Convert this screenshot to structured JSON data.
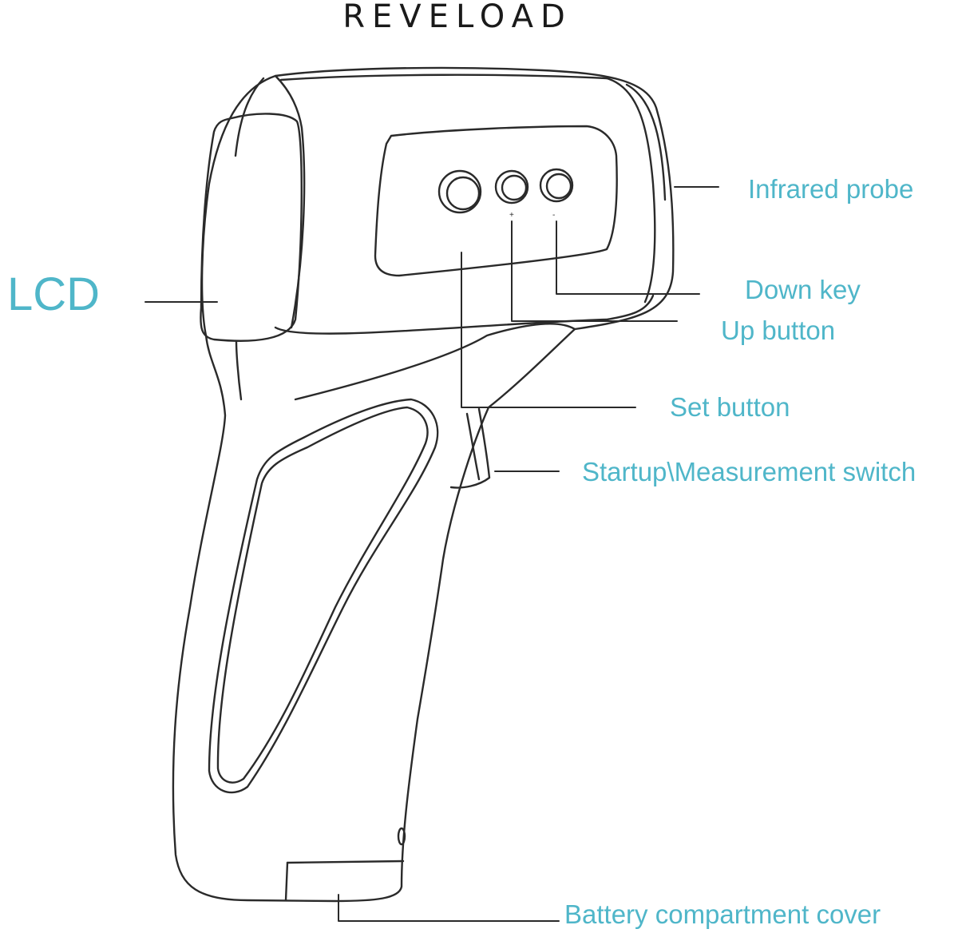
{
  "brand": {
    "name": "REVELOAD"
  },
  "labels": {
    "lcd": "LCD",
    "infrared_probe": "Infrared probe",
    "down_key": "Down key",
    "up_button": "Up button",
    "set_button": "Set button",
    "startup_switch": "Startup\\Measurement switch",
    "battery_cover": "Battery compartment cover"
  },
  "colors": {
    "label_text": "#4fb6c9",
    "line_art": "#2a2a2a",
    "brand_text": "#1a1a1a"
  }
}
